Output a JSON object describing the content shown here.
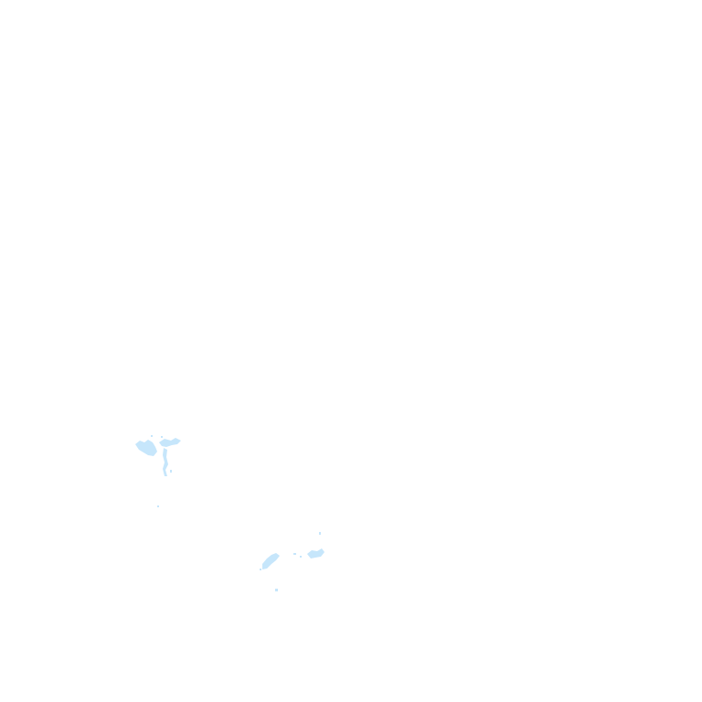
{
  "map": {
    "background_color": "#ffffff",
    "water_color": "#c6e6fb",
    "features": [
      {
        "kind": "water",
        "name": "water-cluster-west"
      },
      {
        "kind": "water",
        "name": "water-cluster-south"
      }
    ]
  }
}
